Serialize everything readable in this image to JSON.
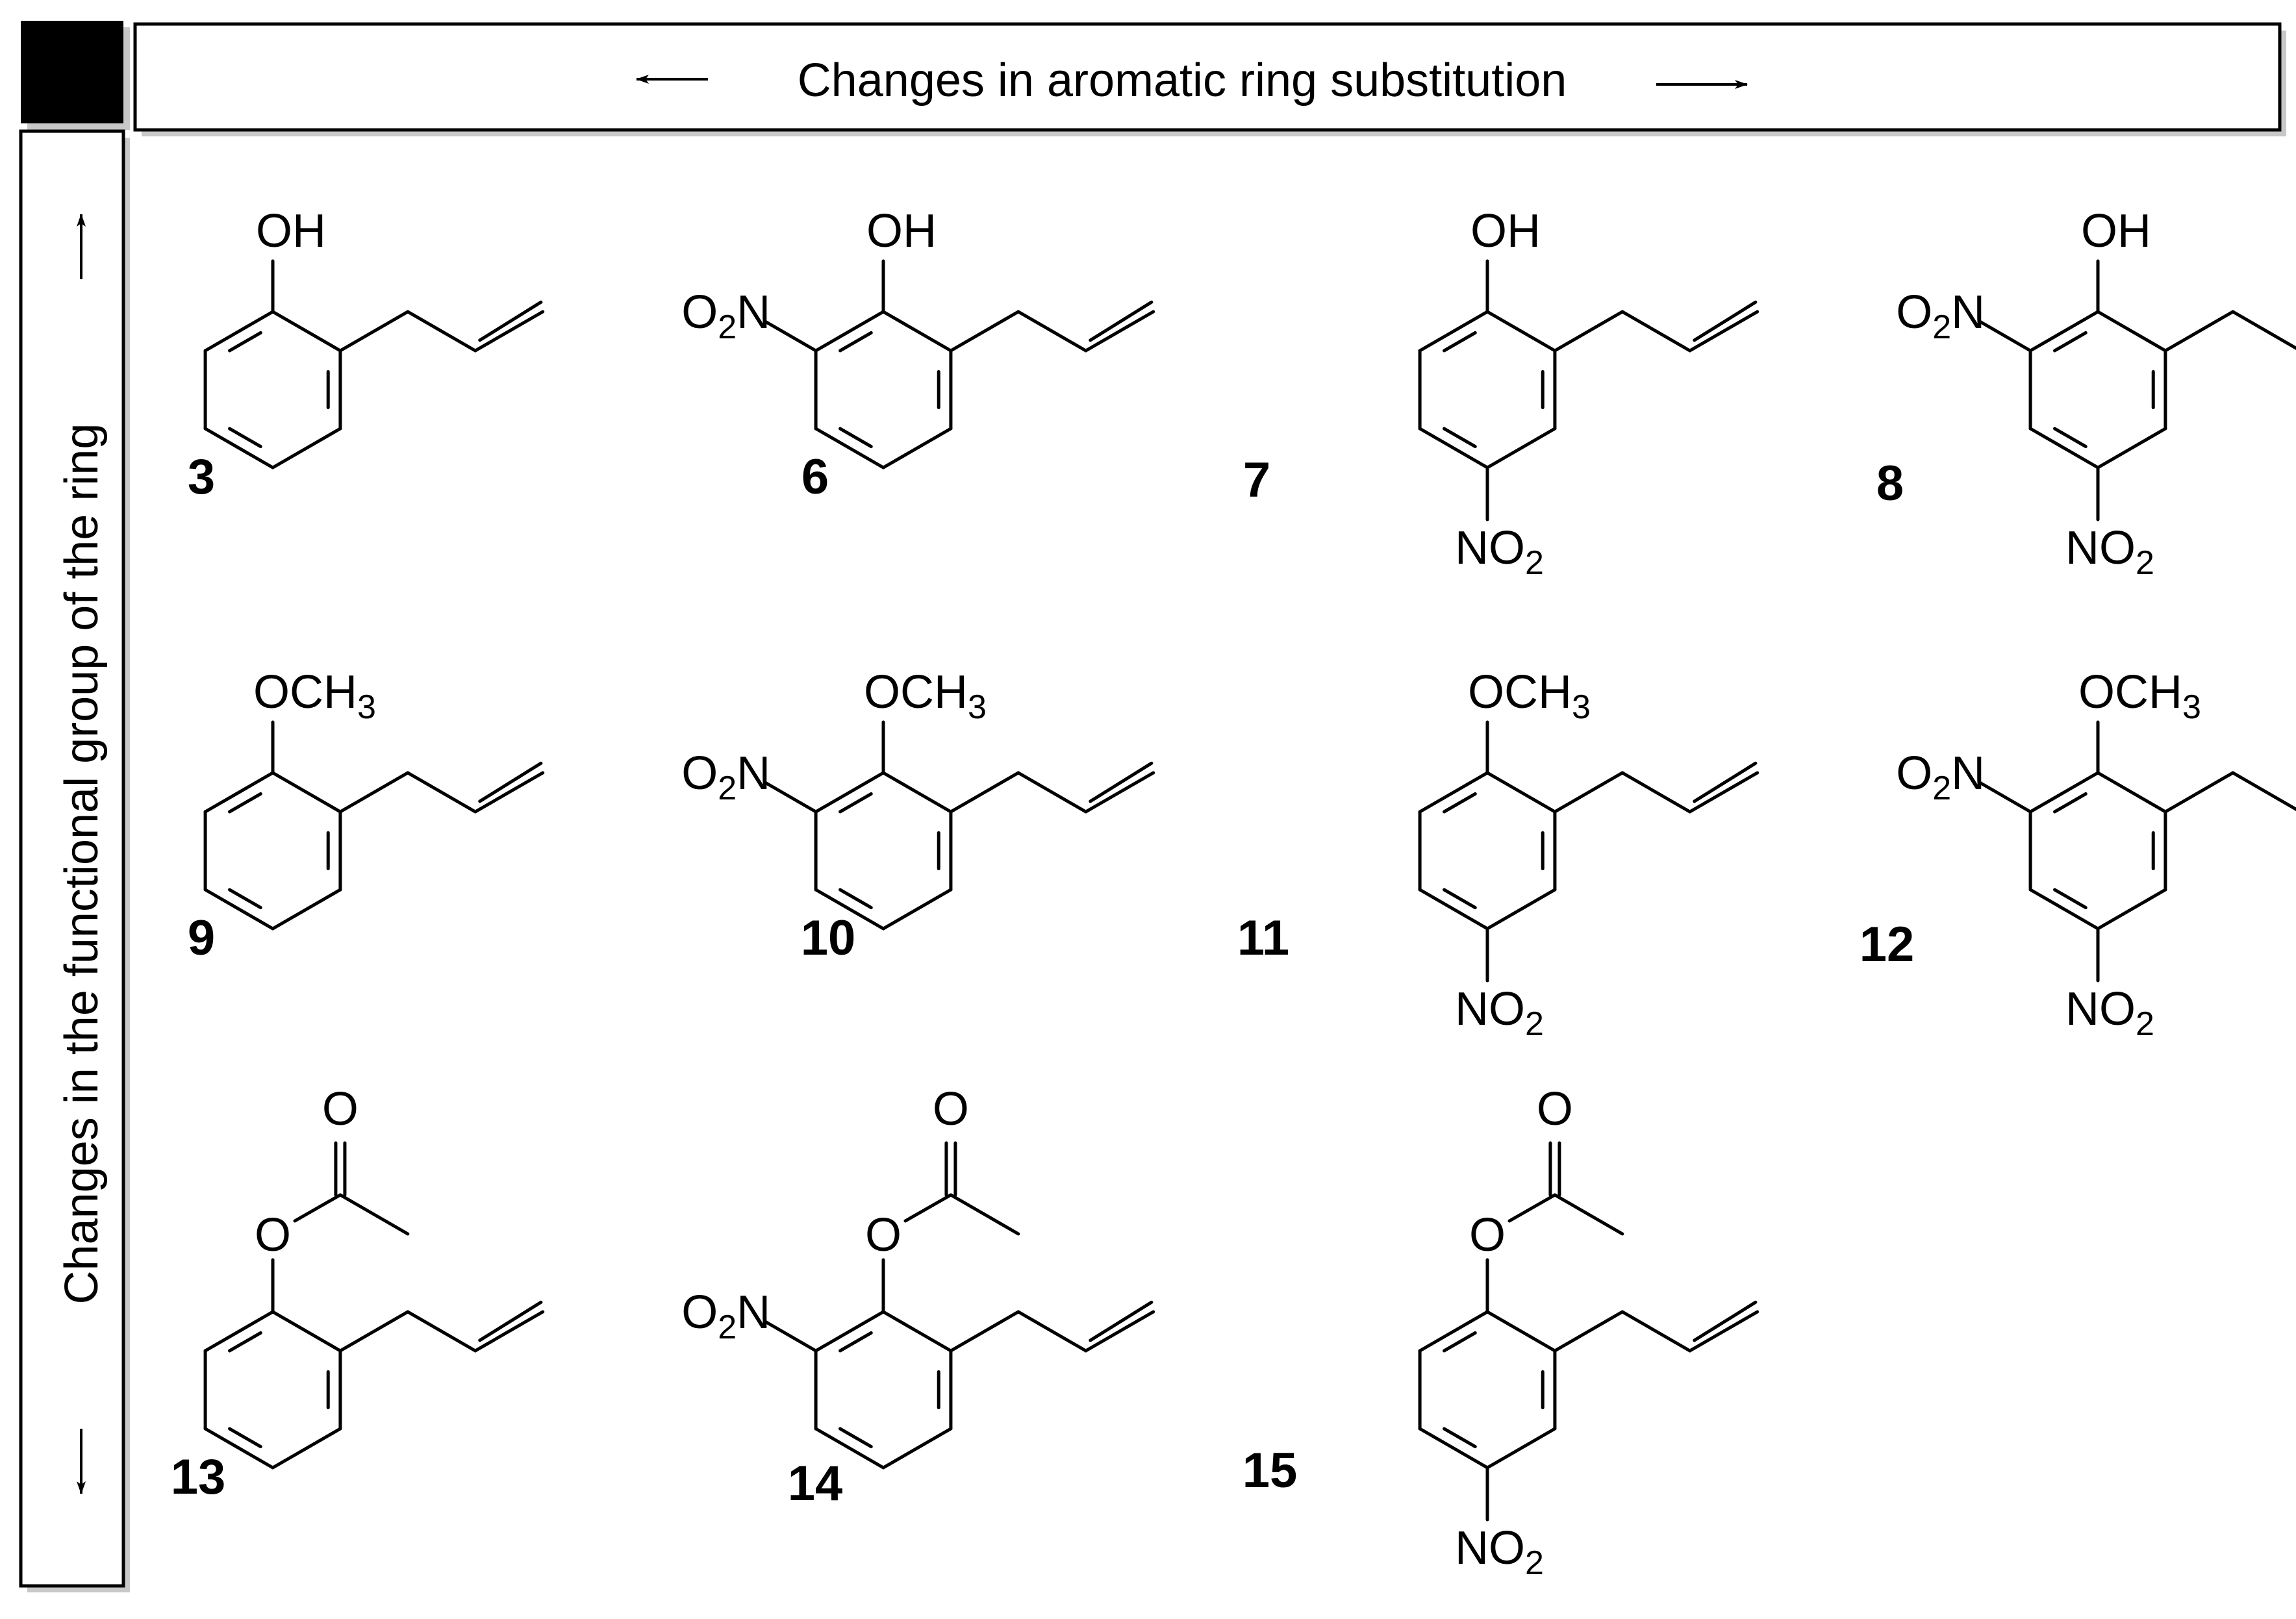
{
  "header": {
    "top_label": "Changes in aromatic ring substitution",
    "side_label": "Changes in the functional group of the ring"
  },
  "groups": {
    "oh": "OH",
    "och3": "OCH",
    "och3_sub": "3",
    "o": "O",
    "nitro_o": "O",
    "nitro_sub": "2",
    "nitro_n": "N",
    "nitro_down": "NO"
  },
  "compounds": [
    {
      "id": "3",
      "group": "OH",
      "ortho_nitro": false,
      "para_nitro": false
    },
    {
      "id": "6",
      "group": "OH",
      "ortho_nitro": true,
      "para_nitro": false
    },
    {
      "id": "7",
      "group": "OH",
      "ortho_nitro": false,
      "para_nitro": true
    },
    {
      "id": "8",
      "group": "OH",
      "ortho_nitro": true,
      "para_nitro": true
    },
    {
      "id": "9",
      "group": "OCH3",
      "ortho_nitro": false,
      "para_nitro": false
    },
    {
      "id": "10",
      "group": "OCH3",
      "ortho_nitro": true,
      "para_nitro": false
    },
    {
      "id": "11",
      "group": "OCH3",
      "ortho_nitro": false,
      "para_nitro": true
    },
    {
      "id": "12",
      "group": "OCH3",
      "ortho_nitro": true,
      "para_nitro": true
    },
    {
      "id": "13",
      "group": "OAc",
      "ortho_nitro": false,
      "para_nitro": false
    },
    {
      "id": "14",
      "group": "OAc",
      "ortho_nitro": true,
      "para_nitro": false
    },
    {
      "id": "15",
      "group": "OAc",
      "ortho_nitro": false,
      "para_nitro": true
    }
  ],
  "colors": {
    "line": "#000000",
    "shadow": "#c8c8c8",
    "corner": "#000000"
  }
}
